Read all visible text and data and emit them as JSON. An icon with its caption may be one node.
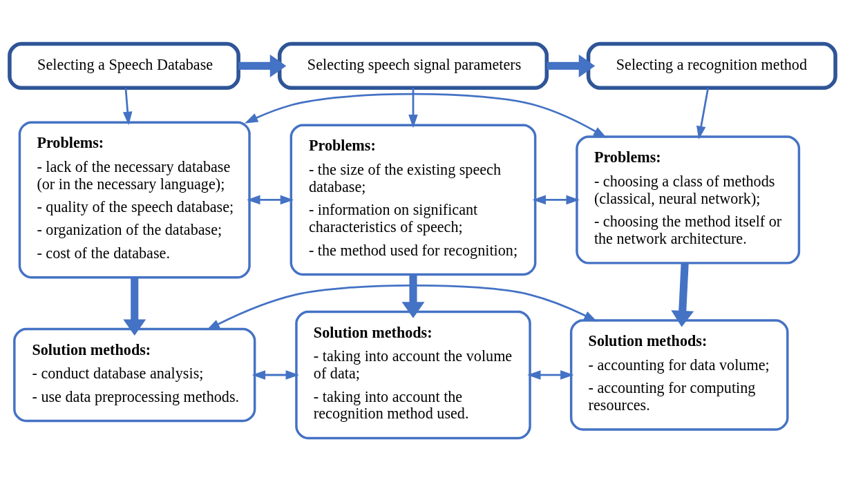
{
  "diagram": {
    "nodes": [
      {
        "text": [
          "Selecting a Speech Database"
        ]
      },
      {
        "text": [
          "Selecting speech signal parameters"
        ]
      },
      {
        "text": [
          "Selecting a recognition method"
        ]
      },
      {
        "text": [
          "Problems:",
          "- lack of the necessary database (or in the necessary language);",
          "- quality of the speech database;",
          "- organization of the database;",
          "- cost of the database."
        ]
      },
      {
        "text": [
          "Problems:",
          "- the size of the existing speech database;",
          "- information on significant characteristics of speech;",
          "- the method used for recognition;"
        ]
      },
      {
        "text": [
          "Problems:",
          "- choosing a class of methods (classical, neural network);",
          "- choosing the method itself or the network architecture."
        ]
      },
      {
        "text": [
          "Solution methods:",
          "- conduct database analysis;",
          "- use data preprocessing methods."
        ]
      },
      {
        "text": [
          "Solution methods:",
          "- taking into account the volume of data;",
          "- taking into account the recognition method used."
        ]
      },
      {
        "text": [
          "Solution methods:",
          "- accounting for data volume;",
          "- accounting for computing resources."
        ]
      }
    ],
    "edges": [
      {
        "from": 0,
        "to": 1,
        "arrow": "to",
        "style": "thick"
      },
      {
        "from": 1,
        "to": 2,
        "arrow": "to",
        "style": "thick"
      },
      {
        "from": 0,
        "to": 3,
        "arrow": "to"
      },
      {
        "from": 1,
        "to": 4,
        "arrow": "to"
      },
      {
        "from": 2,
        "to": 5,
        "arrow": "to"
      },
      {
        "from": 3,
        "to": 4,
        "arrow": "both"
      },
      {
        "from": 4,
        "to": 5,
        "arrow": "both"
      },
      {
        "from": 3,
        "to": 5,
        "arrow": "both"
      },
      {
        "from": 3,
        "to": 6,
        "arrow": "to",
        "style": "thick"
      },
      {
        "from": 4,
        "to": 7,
        "arrow": "to",
        "style": "thick"
      },
      {
        "from": 5,
        "to": 8,
        "arrow": "to",
        "style": "thick"
      },
      {
        "from": 6,
        "to": 7,
        "arrow": "both"
      },
      {
        "from": 7,
        "to": 8,
        "arrow": "both"
      },
      {
        "from": 6,
        "to": 8,
        "arrow": "both"
      }
    ]
  }
}
